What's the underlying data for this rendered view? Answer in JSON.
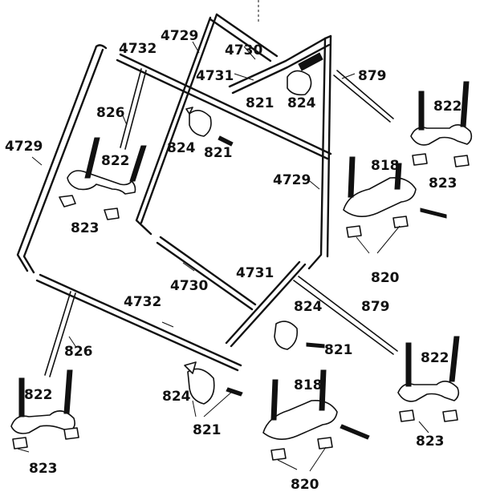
{
  "labels": {
    "l4729_top": "4729",
    "l4730_top": "4730",
    "l4732_top": "4732",
    "l4731_top": "4731",
    "l879_top": "879",
    "l821_top": "821",
    "l824_top": "824",
    "l826_left": "826",
    "l822_left": "822",
    "l824_mid": "824",
    "l821_mid": "821",
    "l4729_left": "4729",
    "l823_left": "823",
    "l822_tr": "822",
    "l818_tr": "818",
    "l4729_mid": "4729",
    "l823_tr": "823",
    "l820_r": "820",
    "l4730_mid": "4730",
    "l4731_mid": "4731",
    "l4732_bot": "4732",
    "l824_c": "824",
    "l879_br": "879",
    "l821_c": "821",
    "l826_bot": "826",
    "l822_br": "822",
    "l822_bl": "822",
    "l824_bc": "824",
    "l818_bc": "818",
    "l821_bc": "821",
    "l823_bl": "823",
    "l823_br": "823",
    "l820_b": "820"
  }
}
